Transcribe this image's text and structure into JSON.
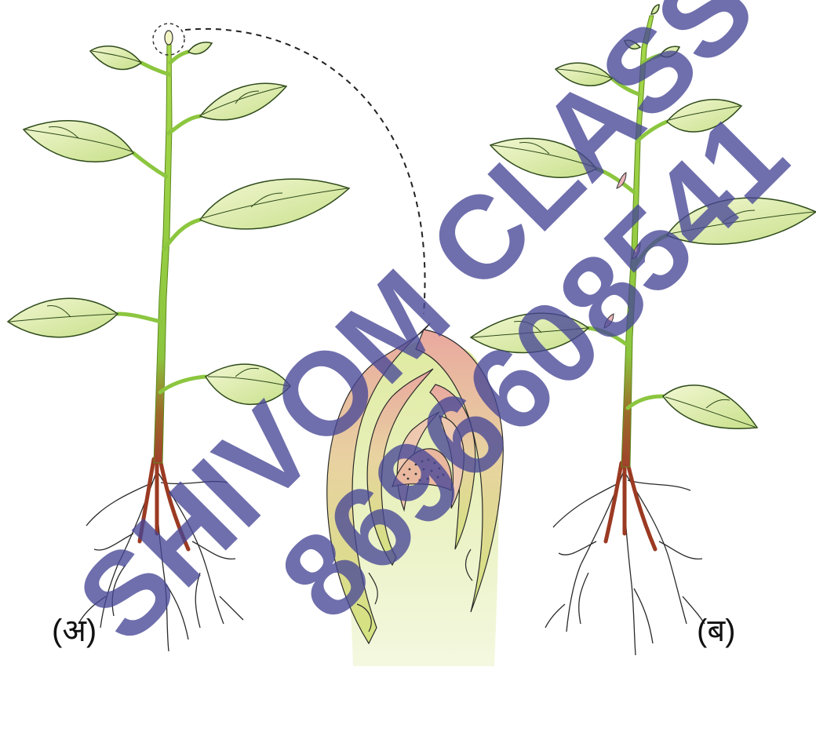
{
  "labels": {
    "plant_a": "(अ)",
    "plant_b": "(ब)"
  },
  "watermark": {
    "line1": "SHIVOM CLASS",
    "line2": "8696608541"
  },
  "colors": {
    "stem": "#9acd32",
    "leaf_fill": "#dcedae",
    "leaf_edge": "#2e4a1a",
    "root": "#9b3a22",
    "apex_pink": "#e6a7a0",
    "apex_base": "#d6e68a"
  }
}
